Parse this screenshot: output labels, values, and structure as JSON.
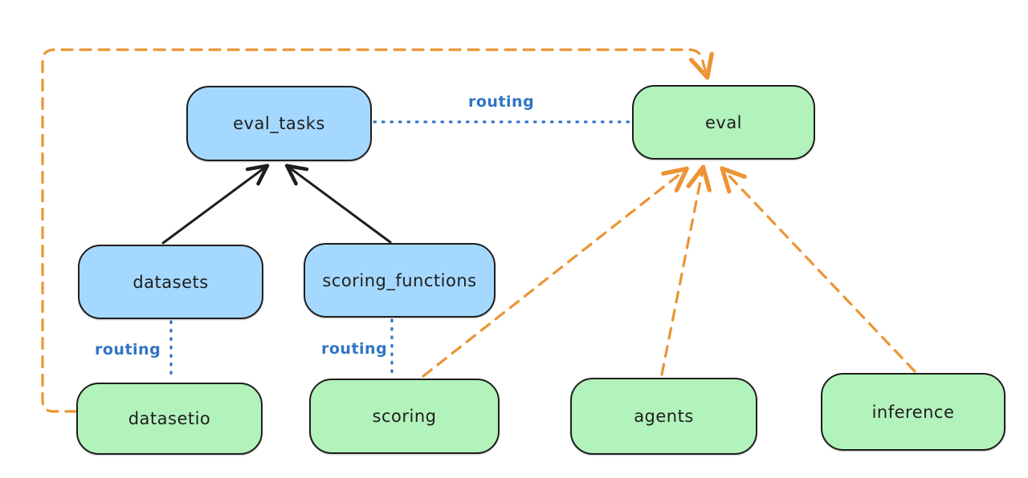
{
  "diagram": {
    "background": "#ffffff",
    "colors": {
      "node_stroke": "#1e1e1e",
      "blue_node_fill": "#a5d8ff",
      "green_node_fill": "#b2f2bb",
      "routing_blue": "#2f74c4",
      "orange_dashed": "#ec9435",
      "solid_arrow": "#1e1e1e"
    },
    "nodes": {
      "eval_tasks": {
        "label": "eval_tasks",
        "color": "blue"
      },
      "eval": {
        "label": "eval",
        "color": "green"
      },
      "datasets": {
        "label": "datasets",
        "color": "blue"
      },
      "scoring_functions": {
        "label": "scoring_functions",
        "color": "blue"
      },
      "datasetio": {
        "label": "datasetio",
        "color": "green"
      },
      "scoring": {
        "label": "scoring",
        "color": "green"
      },
      "agents": {
        "label": "agents",
        "color": "green"
      },
      "inference": {
        "label": "inference",
        "color": "green"
      }
    },
    "edge_labels": {
      "routing_top": "routing",
      "routing_datasets": "routing",
      "routing_scoring": "routing"
    },
    "edges": [
      {
        "from": "datasets",
        "to": "eval_tasks",
        "style": "solid",
        "color": "#1e1e1e",
        "arrow": true,
        "label": ""
      },
      {
        "from": "scoring_functions",
        "to": "eval_tasks",
        "style": "solid",
        "color": "#1e1e1e",
        "arrow": true,
        "label": ""
      },
      {
        "from": "eval_tasks",
        "to": "eval",
        "style": "dotted",
        "color": "#2f74c4",
        "arrow": false,
        "label": "routing"
      },
      {
        "from": "datasets",
        "to": "datasetio",
        "style": "dotted",
        "color": "#2f74c4",
        "arrow": false,
        "label": "routing"
      },
      {
        "from": "scoring_functions",
        "to": "scoring",
        "style": "dotted",
        "color": "#2f74c4",
        "arrow": false,
        "label": "routing"
      },
      {
        "from": "datasetio",
        "to": "eval",
        "style": "dashed",
        "color": "#ec9435",
        "arrow": true,
        "label": ""
      },
      {
        "from": "scoring",
        "to": "eval",
        "style": "dashed",
        "color": "#ec9435",
        "arrow": true,
        "label": ""
      },
      {
        "from": "agents",
        "to": "eval",
        "style": "dashed",
        "color": "#ec9435",
        "arrow": true,
        "label": ""
      },
      {
        "from": "inference",
        "to": "eval",
        "style": "dashed",
        "color": "#ec9435",
        "arrow": true,
        "label": ""
      }
    ]
  }
}
